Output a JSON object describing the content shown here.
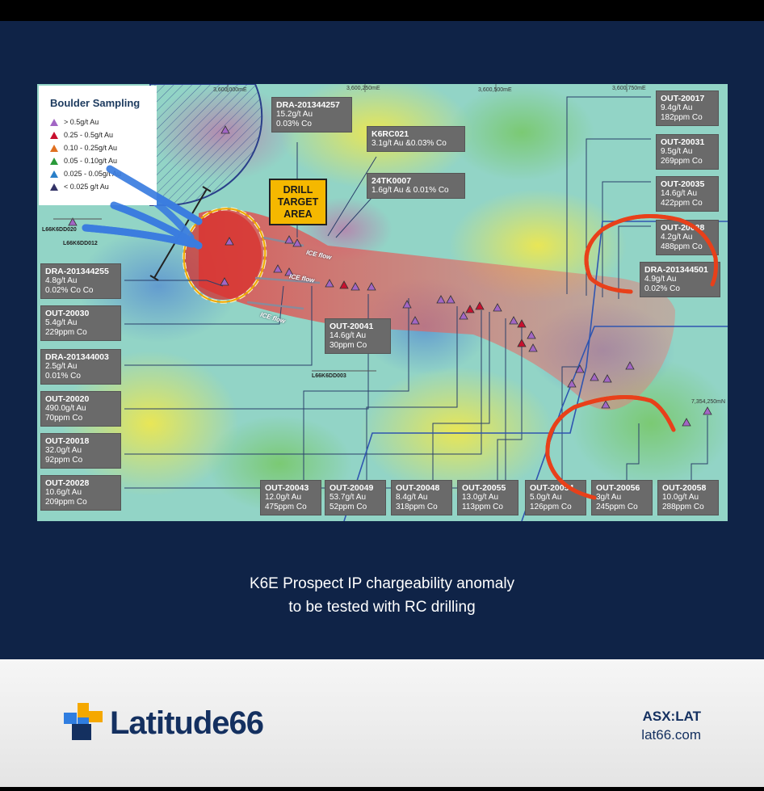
{
  "legend": {
    "title": "Boulder Sampling",
    "items": [
      {
        "label": "> 0.5g/t Au",
        "color": "#a266c4"
      },
      {
        "label": "0.25 - 0.5g/t Au",
        "color": "#c8102e"
      },
      {
        "label": "0.10 - 0.25g/t Au",
        "color": "#e07020"
      },
      {
        "label": "0.05 - 0.10g/t Au",
        "color": "#2a9a3a"
      },
      {
        "label": "0.025 - 0.05g/t Au",
        "color": "#2a7fc8"
      },
      {
        "label": "< 0.025 g/t Au",
        "color": "#333366"
      }
    ]
  },
  "coords": {
    "e1": "3,600,000mE",
    "e2": "3,600,250mE",
    "e3": "3,600,500mE",
    "e4": "3,600,750mE",
    "n1": "7,354,250mN"
  },
  "drill_target": {
    "line1": "DRILL",
    "line2": "TARGET",
    "line3": "AREA"
  },
  "ice_flow": "ICE flow",
  "holes": {
    "h1": "L66K6DD020",
    "h2": "L66K6DD012",
    "h3": "L66K6DD003"
  },
  "labels": {
    "dra257": {
      "id": "DRA-201344257",
      "l1": "15.2g/t Au",
      "l2": "0.03% Co"
    },
    "k6rc021": {
      "id": "K6RC021",
      "l1": "3.1g/t Au &0.03% Co"
    },
    "tk0007": {
      "id": "24TK0007",
      "l1": "1.6g/t Au & 0.01% Co"
    },
    "dra255": {
      "id": "DRA-201344255",
      "l1": "4.8g/t Au",
      "l2": "0.02% Co Co"
    },
    "out20030": {
      "id": "OUT-20030",
      "l1": "5.4g/t Au",
      "l2": "229ppm Co"
    },
    "dra003": {
      "id": "DRA-201344003",
      "l1": "2.5g/t Au",
      "l2": "0.01% Co"
    },
    "out20020": {
      "id": "OUT-20020",
      "l1": "490.0g/t Au",
      "l2": "70ppm Co"
    },
    "out20018": {
      "id": "OUT-20018",
      "l1": "32.0g/t Au",
      "l2": "92ppm Co"
    },
    "out20028": {
      "id": "OUT-20028",
      "l1": "10.6g/t Au",
      "l2": "209ppm Co"
    },
    "out20041": {
      "id": "OUT-20041",
      "l1": "14.6g/t Au",
      "l2": "30ppm Co"
    },
    "out20017": {
      "id": "OUT-20017",
      "l1": "9.4g/t Au",
      "l2": "182ppm Co"
    },
    "out20031": {
      "id": "OUT-20031",
      "l1": "9.5g/t Au",
      "l2": "269ppm Co"
    },
    "out20035": {
      "id": "OUT-20035",
      "l1": "14.6g/t Au",
      "l2": "422ppm Co"
    },
    "out20038": {
      "id": "OUT-20038",
      "l1": "4.2g/t Au",
      "l2": "488ppm Co"
    },
    "dra501": {
      "id": "DRA-201344501",
      "l1": "4.9g/t Au",
      "l2": "0.02% Co"
    },
    "out20043": {
      "id": "OUT-20043",
      "l1": "12.0g/t Au",
      "l2": "475ppm Co"
    },
    "out20049": {
      "id": "OUT-20049",
      "l1": "53.7g/t Au",
      "l2": "52ppm Co"
    },
    "out20048": {
      "id": "OUT-20048",
      "l1": "8.4g/t Au",
      "l2": "318ppm Co"
    },
    "out20055": {
      "id": "OUT-20055",
      "l1": "13.0g/t Au",
      "l2": "113ppm Co"
    },
    "out20054": {
      "id": "OUT-20054",
      "l1": "5.0g/t Au",
      "l2": "126ppm Co"
    },
    "out20056": {
      "id": "OUT-20056",
      "l1": "3g/t Au",
      "l2": "245ppm Co"
    },
    "out20058": {
      "id": "OUT-20058",
      "l1": "10.0g/t Au",
      "l2": "288ppm Co"
    }
  },
  "caption": {
    "line1": "K6E Prospect IP chargeability anomaly",
    "line2": "to be tested with RC drilling"
  },
  "brand": {
    "name": "Latitude66",
    "ticker": "ASX:LAT",
    "website": "lat66.com"
  },
  "colors": {
    "navy": "#0f2347",
    "anomaly": "#e0504a",
    "annotation_red": "#e8401a",
    "annotation_blue": "#3b7de0"
  }
}
